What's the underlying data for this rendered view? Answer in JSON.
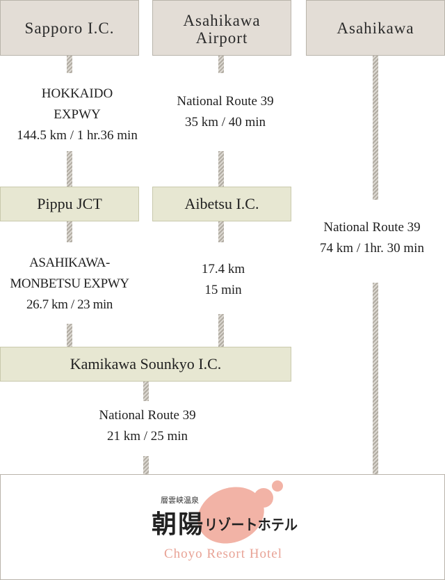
{
  "origins": {
    "sapporo": "Sapporo I.C.",
    "airport": [
      "Asahikawa",
      "Airport"
    ],
    "asahikawa": "Asahikawa"
  },
  "junctions": {
    "pippu": "Pippu JCT",
    "aibetsu": "Aibetsu I.C.",
    "kamikawa": "Kamikawa Sounkyo I.C."
  },
  "routes": {
    "sapporo_pippu": [
      "HOKKAIDO",
      "EXPWY",
      "144.5 km / 1 hr.36 min"
    ],
    "airport_aibetsu": [
      "National Route 39",
      "35 km / 40 min"
    ],
    "asahikawa_hotel": [
      "National Route 39",
      "74 km / 1hr. 30 min"
    ],
    "pippu_kamikawa": [
      "ASAHIKAWA-",
      "MONBETSU EXPWY",
      "26.7 km / 23 min"
    ],
    "aibetsu_kamikawa": [
      "17.4 km",
      "15 min"
    ],
    "kamikawa_hotel": [
      "National Route 39",
      "21 km / 25 min"
    ]
  },
  "hotel": {
    "onsen": "層雲峡温泉",
    "kanji_1": "朝",
    "kanji_2": "陽",
    "kana": "リゾートホテル",
    "name_en": "Choyo Resort Hotel"
  },
  "colors": {
    "origin_bg": "#e3ddd6",
    "junction_bg": "#e7e7d2",
    "road": "#b1aca3",
    "logo_blob": "#f2b3a6",
    "logo_text_en": "#e8a295"
  }
}
